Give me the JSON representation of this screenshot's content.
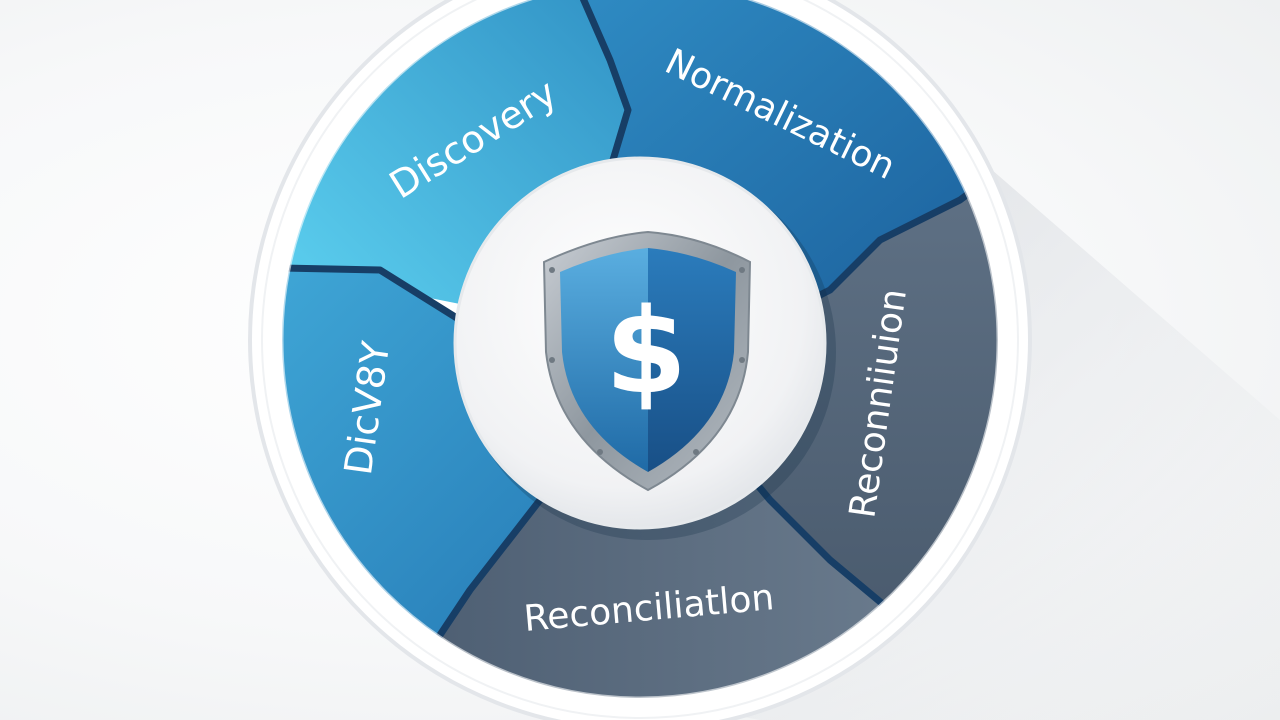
{
  "diagram": {
    "center_icon": "shield-dollar-icon",
    "segments": [
      {
        "id": "discovery-top",
        "label": "Discovery",
        "color_light": "#4cc7ec",
        "color_dark": "#2f93c6"
      },
      {
        "id": "normalization",
        "label": "Normalization",
        "color_light": "#2a86c0",
        "color_dark": "#1f63a0"
      },
      {
        "id": "reconnaissance",
        "label": "Reconniiuion",
        "color_light": "#6d7f92",
        "color_dark": "#4c5d70"
      },
      {
        "id": "reconciliation",
        "label": "Reconciliatlon",
        "color_light": "#6a7b8e",
        "color_dark": "#4e5f72"
      },
      {
        "id": "discovery-left",
        "label": "DicV8Y",
        "color_light": "#4aaed9",
        "color_dark": "#2b86be"
      }
    ],
    "separator_color": "#173e66",
    "center_symbol": "$"
  }
}
